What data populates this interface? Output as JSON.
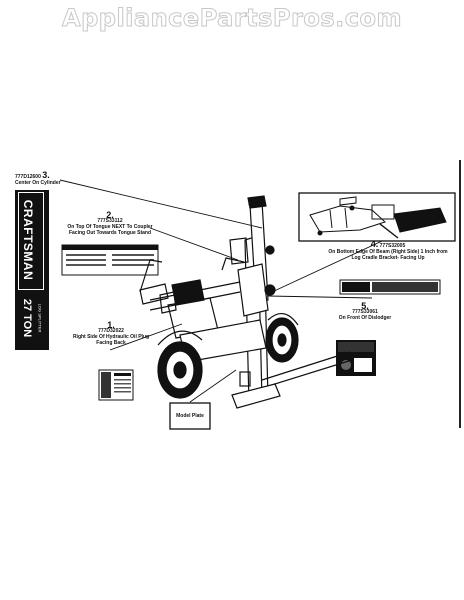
{
  "watermark": "AppliancePartsPros.com",
  "brand": {
    "name": "CRAFTSMAN",
    "tonnage": "27 TON",
    "subtitle": "LOG SPLITTER"
  },
  "callouts": [
    {
      "num": "3.",
      "part": "777D12600",
      "desc": "Center On Cylinder"
    },
    {
      "num": "2.",
      "part": "777S33112",
      "desc": "On Top Of Tongue NEXT To Coupler Facing Out Towards Tongue Stand"
    },
    {
      "num": "4.",
      "part": "777S32005",
      "desc": "On Bottom Edge Of Beam (Right Side) 1 Inch from Log Cradle Bracket- Facing Up"
    },
    {
      "num": "1.",
      "part": "777D32022",
      "desc": "Right Side Of Hydraulic Oil Plug Facing Back"
    },
    {
      "num": "5.",
      "part": "777S33061",
      "desc": "On Front Of Dislodger"
    }
  ],
  "model_plate": "Model Plate",
  "colors": {
    "ink": "#111111",
    "watermark": "#c8c8c8",
    "paper": "#ffffff"
  }
}
